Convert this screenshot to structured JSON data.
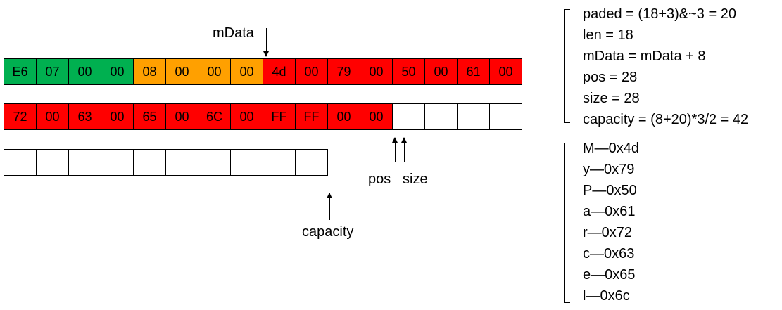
{
  "colors": {
    "green": "#00b050",
    "orange": "#ffa000",
    "red": "#ff0000",
    "empty": "#ffffff"
  },
  "rows": [
    [
      {
        "t": "E6",
        "c": "green"
      },
      {
        "t": "07",
        "c": "green"
      },
      {
        "t": "00",
        "c": "green"
      },
      {
        "t": "00",
        "c": "green"
      },
      {
        "t": "08",
        "c": "orange"
      },
      {
        "t": "00",
        "c": "orange"
      },
      {
        "t": "00",
        "c": "orange"
      },
      {
        "t": "00",
        "c": "orange"
      },
      {
        "t": "4d",
        "c": "red"
      },
      {
        "t": "00",
        "c": "red"
      },
      {
        "t": "79",
        "c": "red"
      },
      {
        "t": "00",
        "c": "red"
      },
      {
        "t": "50",
        "c": "red"
      },
      {
        "t": "00",
        "c": "red"
      },
      {
        "t": "61",
        "c": "red"
      },
      {
        "t": "00",
        "c": "red"
      }
    ],
    [
      {
        "t": "72",
        "c": "red"
      },
      {
        "t": "00",
        "c": "red"
      },
      {
        "t": "63",
        "c": "red"
      },
      {
        "t": "00",
        "c": "red"
      },
      {
        "t": "65",
        "c": "red"
      },
      {
        "t": "00",
        "c": "red"
      },
      {
        "t": "6C",
        "c": "red"
      },
      {
        "t": "00",
        "c": "red"
      },
      {
        "t": "FF",
        "c": "red"
      },
      {
        "t": "FF",
        "c": "red"
      },
      {
        "t": "00",
        "c": "red"
      },
      {
        "t": "00",
        "c": "red"
      },
      {
        "t": "",
        "c": "empty"
      },
      {
        "t": "",
        "c": "empty"
      },
      {
        "t": "",
        "c": "empty"
      },
      {
        "t": "",
        "c": "empty"
      }
    ],
    [
      {
        "t": "",
        "c": "empty"
      },
      {
        "t": "",
        "c": "empty"
      },
      {
        "t": "",
        "c": "empty"
      },
      {
        "t": "",
        "c": "empty"
      },
      {
        "t": "",
        "c": "empty"
      },
      {
        "t": "",
        "c": "empty"
      },
      {
        "t": "",
        "c": "empty"
      },
      {
        "t": "",
        "c": "empty"
      },
      {
        "t": "",
        "c": "empty"
      },
      {
        "t": "",
        "c": "empty"
      }
    ]
  ],
  "labels": {
    "mdata": "mData",
    "pos": "pos",
    "size": "size",
    "capacity": "capacity"
  },
  "formulas": [
    "paded = (18+3)&~3 = 20",
    "len = 18",
    "mData = mData + 8",
    "pos = 28",
    "size = 28",
    "capacity = (8+20)*3/2 = 42"
  ],
  "char_map": [
    "M—0x4d",
    "y—0x79",
    "P—0x50",
    "a—0x61",
    "r—0x72",
    "c—0x63",
    "e—0x65",
    "l—0x6c"
  ]
}
